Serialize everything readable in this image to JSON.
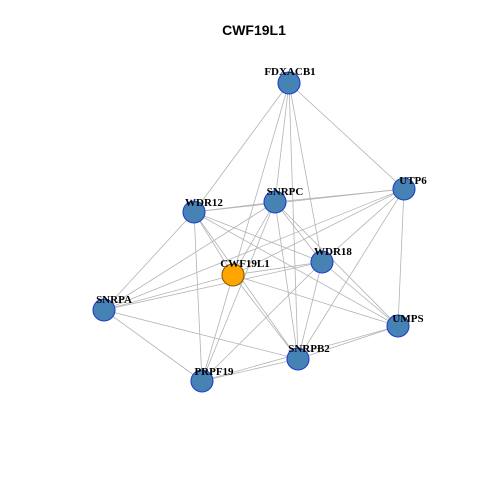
{
  "title": "CWF19L1",
  "colors": {
    "background": "#ffffff",
    "edge": "#b3b3b3",
    "node_fill": "#4682b4",
    "node_border": "#1f3fcc",
    "focus_fill": "#ffa500",
    "focus_border": "#8a5a00"
  },
  "focus_node": "CWF19L1",
  "nodes": [
    {
      "id": "FDXACB1"
    },
    {
      "id": "UTP6"
    },
    {
      "id": "SNRPC"
    },
    {
      "id": "WDR12"
    },
    {
      "id": "WDR18"
    },
    {
      "id": "CWF19L1"
    },
    {
      "id": "SNRPA"
    },
    {
      "id": "UMPS"
    },
    {
      "id": "SNRPB2"
    },
    {
      "id": "PRPF19"
    }
  ],
  "edges": [
    [
      "FDXACB1",
      "WDR12"
    ],
    [
      "FDXACB1",
      "SNRPC"
    ],
    [
      "FDXACB1",
      "CWF19L1"
    ],
    [
      "FDXACB1",
      "WDR18"
    ],
    [
      "FDXACB1",
      "UTP6"
    ],
    [
      "FDXACB1",
      "SNRPB2"
    ],
    [
      "UTP6",
      "SNRPC"
    ],
    [
      "UTP6",
      "WDR12"
    ],
    [
      "UTP6",
      "CWF19L1"
    ],
    [
      "UTP6",
      "WDR18"
    ],
    [
      "UTP6",
      "UMPS"
    ],
    [
      "UTP6",
      "SNRPB2"
    ],
    [
      "UTP6",
      "SNRPA"
    ],
    [
      "SNRPC",
      "WDR12"
    ],
    [
      "SNRPC",
      "CWF19L1"
    ],
    [
      "SNRPC",
      "WDR18"
    ],
    [
      "SNRPC",
      "PRPF19"
    ],
    [
      "SNRPC",
      "SNRPB2"
    ],
    [
      "SNRPC",
      "UMPS"
    ],
    [
      "SNRPC",
      "SNRPA"
    ],
    [
      "WDR12",
      "CWF19L1"
    ],
    [
      "WDR12",
      "WDR18"
    ],
    [
      "WDR12",
      "SNRPA"
    ],
    [
      "WDR12",
      "PRPF19"
    ],
    [
      "WDR12",
      "SNRPB2"
    ],
    [
      "WDR12",
      "UMPS"
    ],
    [
      "WDR18",
      "CWF19L1"
    ],
    [
      "WDR18",
      "SNRPA"
    ],
    [
      "WDR18",
      "PRPF19"
    ],
    [
      "WDR18",
      "SNRPB2"
    ],
    [
      "WDR18",
      "UMPS"
    ],
    [
      "CWF19L1",
      "SNRPA"
    ],
    [
      "CWF19L1",
      "PRPF19"
    ],
    [
      "CWF19L1",
      "SNRPB2"
    ],
    [
      "CWF19L1",
      "UMPS"
    ],
    [
      "SNRPA",
      "PRPF19"
    ],
    [
      "SNRPA",
      "SNRPB2"
    ],
    [
      "UMPS",
      "SNRPB2"
    ],
    [
      "UMPS",
      "PRPF19"
    ],
    [
      "SNRPB2",
      "PRPF19"
    ]
  ]
}
